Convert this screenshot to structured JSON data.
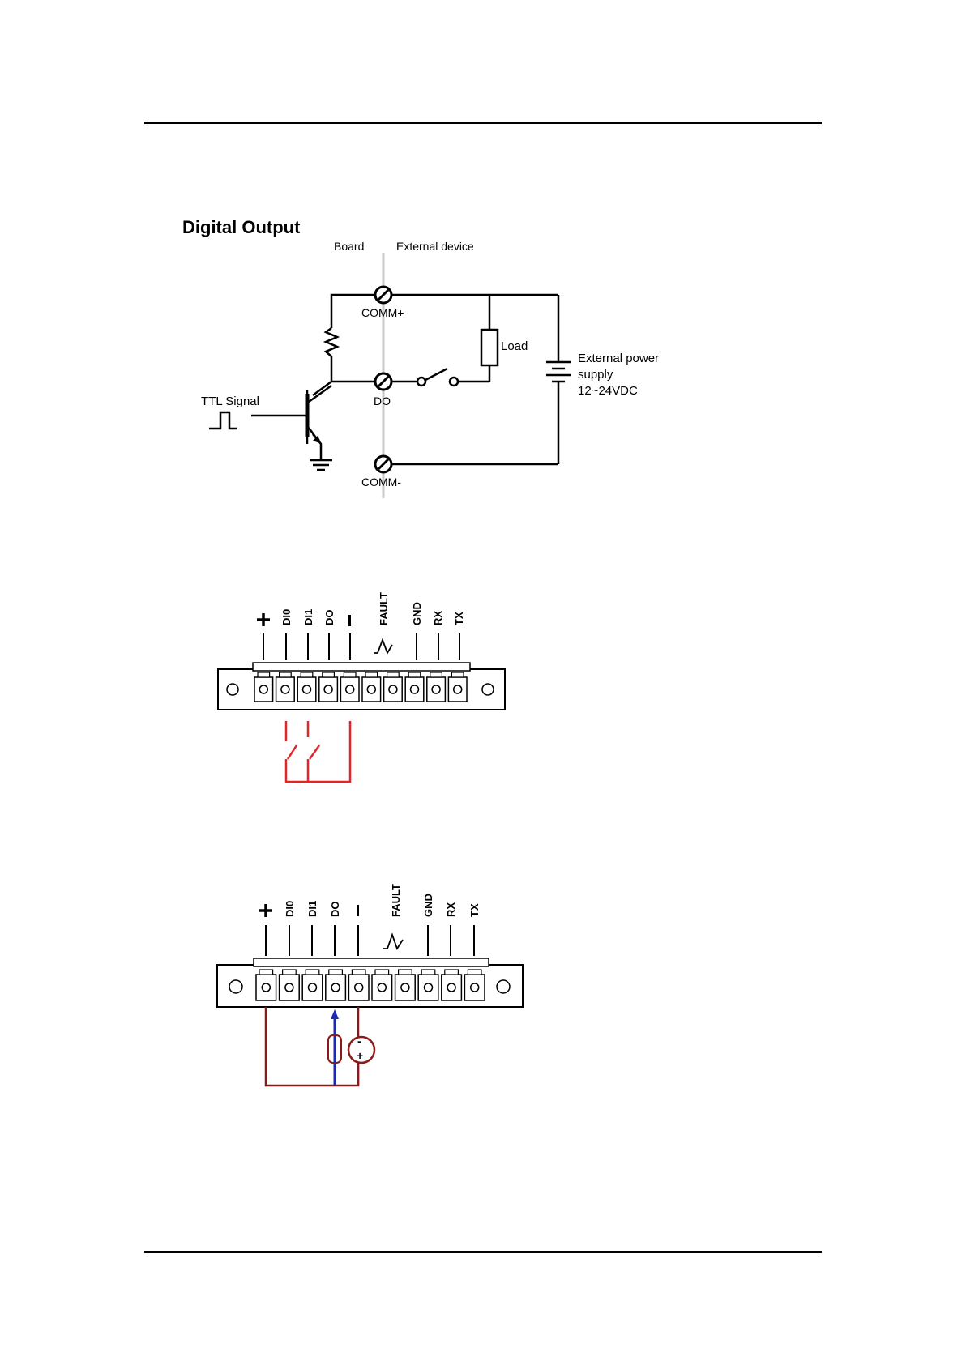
{
  "page": {
    "background": "#ffffff"
  },
  "do_diagram": {
    "title": "Digital Output",
    "board_label": "Board",
    "external_label": "External device",
    "comm_plus": "COMM+",
    "do_label": "DO",
    "comm_minus": "COMM-",
    "load_label": "Load",
    "power_line1": "External power",
    "power_line2": "supply",
    "power_line3": "12~24VDC",
    "ttl_label": "TTL Signal"
  },
  "connector_1": {
    "pins": [
      "DI0",
      "DI1",
      "DO",
      "FAULT",
      "GND",
      "RX",
      "TX"
    ],
    "wire_color": "#e0262b"
  },
  "connector_2": {
    "pins": [
      "DI0",
      "DI1",
      "DO",
      "FAULT",
      "GND",
      "RX",
      "TX"
    ],
    "wire_color": "#8b1a1a",
    "sensor_color": "#1a2bb8",
    "source_minus": "-",
    "source_plus": "+"
  },
  "colors": {
    "line": "#000000",
    "divider": "#c8c8c8"
  }
}
